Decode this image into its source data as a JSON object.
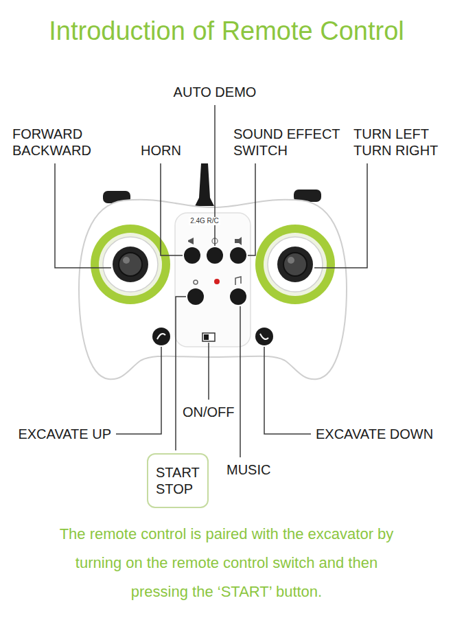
{
  "diagram": {
    "title": "Introduction of Remote Control",
    "caption": "The remote control is paired with the excavator by turning on the remote control switch and then pressing the ‘START’ button.",
    "nodes": [
      {
        "text": [
          "START STOP"
        ]
      }
    ],
    "labels": [
      "AUTO DEMO",
      "FORWARD BACKWARD",
      "HORN",
      "SOUND EFFECT SWITCH",
      "TURN LEFT TURN RIGHT",
      "2.4G R/C",
      "ON/OFF",
      "EXCAVATE UP",
      "EXCAVATE DOWN",
      "MUSIC"
    ]
  }
}
